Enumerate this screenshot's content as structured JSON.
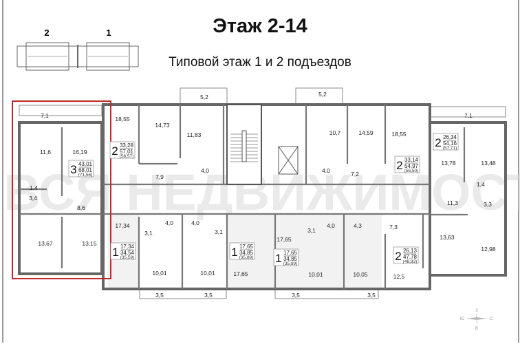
{
  "header": {
    "title": "Этаж 2-14",
    "subtitle": "Типовой этаж 1 и 2 подъездов"
  },
  "key_plan": {
    "entrance_left": "2",
    "entrance_right": "1"
  },
  "watermark": "ВСЯ НЕДВИЖИМОСТЬ",
  "highlight_color": "#c0282d",
  "apartments": [
    {
      "rooms": "3",
      "living": "43,01",
      "total": "68,01",
      "total_with_balcony": "(71,56)",
      "highlighted": true
    },
    {
      "rooms": "2",
      "living": "33,28",
      "total": "57,01",
      "total_with_balcony": "(58,57)"
    },
    {
      "rooms": "1",
      "living": "17,34",
      "total": "34,54",
      "total_with_balcony": "(35,59)"
    },
    {
      "rooms": "1",
      "living": "17,65",
      "total": "34,85",
      "total_with_balcony": "(35,89)"
    },
    {
      "rooms": "1",
      "living": "17,65",
      "total": "34,85",
      "total_with_balcony": "(35,89)"
    },
    {
      "rooms": "2",
      "living": "33,14",
      "total": "54,97",
      "total_with_balcony": "(56,50)"
    },
    {
      "rooms": "2",
      "living": "26,34",
      "total": "54,16",
      "total_with_balcony": "(57,71)"
    },
    {
      "rooms": "2",
      "living": "26,13",
      "total": "47,78",
      "total_with_balcony": "(48,83)"
    }
  ],
  "room_areas": [
    "7,1",
    "11,6",
    "16,19",
    "1,4",
    "3,4",
    "8,6",
    "13,67",
    "13,15",
    "18,55",
    "14,73",
    "11,83",
    "5,2",
    "4,0",
    "7,9",
    "17,34",
    "3,1",
    "4,0",
    "4,0",
    "3,1",
    "10,01",
    "10,01",
    "17,65",
    "3,5",
    "3,5",
    "5,2",
    "10,7",
    "14,59",
    "18,55",
    "4,0",
    "7,2",
    "7,1",
    "13,78",
    "13,48",
    "1,4",
    "3,3",
    "11,3",
    "17,65",
    "3,1",
    "4,0",
    "4,3",
    "7,3",
    "13,63",
    "12,98",
    "10,01",
    "10,05",
    "12,5",
    "3,5",
    "3,5"
  ],
  "compass": {
    "north": "З",
    "west": "Ю",
    "east": "С",
    "south": "В"
  }
}
